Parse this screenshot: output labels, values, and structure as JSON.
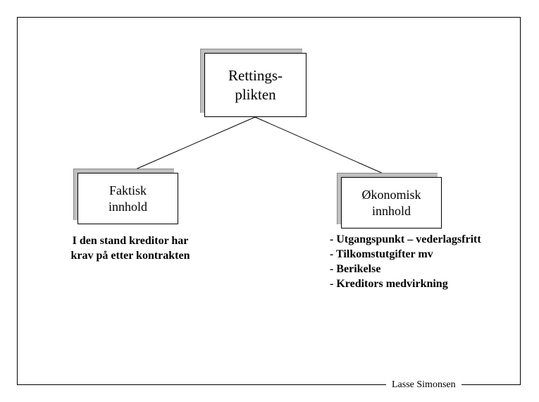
{
  "root": {
    "label": "Rettings-\nplikten"
  },
  "children": [
    {
      "label": "Faktisk\ninnhold",
      "description": [
        "I den stand kreditor har",
        "krav på etter kontrakten"
      ]
    },
    {
      "label": "Økonomisk\ninnhold",
      "items": [
        "- Utgangspunkt – vederlagsfritt",
        "- Tilkomstutgifter mv",
        "- Berikelse",
        "- Kreditors medvirkning"
      ]
    }
  ],
  "footer": {
    "author": "Lasse Simonsen"
  }
}
